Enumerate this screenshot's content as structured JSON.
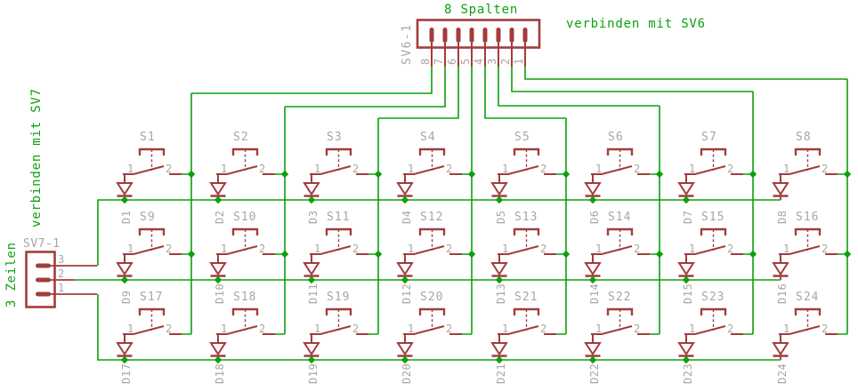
{
  "sv6": {
    "name": "SV6-1",
    "heading": "8 Spalten",
    "note": "verbinden mit SV6",
    "pins": [
      "8",
      "7",
      "6",
      "5",
      "4",
      "3",
      "2",
      "1"
    ]
  },
  "sv7": {
    "name": "SV7-1",
    "heading": "3 Zeilen",
    "note": "verbinden mit SV7",
    "pins": [
      "3",
      "2",
      "1"
    ]
  },
  "matrix": {
    "rows": 3,
    "cols": 8,
    "switch_pin_labels": [
      "1",
      "2"
    ],
    "switches": [
      [
        "S1",
        "S2",
        "S3",
        "S4",
        "S5",
        "S6",
        "S7",
        "S8"
      ],
      [
        "S9",
        "S10",
        "S11",
        "S12",
        "S13",
        "S14",
        "S15",
        "S16"
      ],
      [
        "S17",
        "S18",
        "S19",
        "S20",
        "S21",
        "S22",
        "S23",
        "S24"
      ]
    ],
    "diodes": [
      [
        "D1",
        "D2",
        "D3",
        "D4",
        "D5",
        "D6",
        "D7",
        "D8"
      ],
      [
        "D9",
        "D10",
        "D11",
        "D12",
        "D13",
        "D14",
        "D15",
        "D16"
      ],
      [
        "D17",
        "D18",
        "D19",
        "D20",
        "D21",
        "D22",
        "D23",
        "D24"
      ]
    ]
  },
  "colors": {
    "wire": "#0da00d",
    "symbol": "#a33c3c",
    "label": "#a6a6a6",
    "background": "#ffffff"
  }
}
